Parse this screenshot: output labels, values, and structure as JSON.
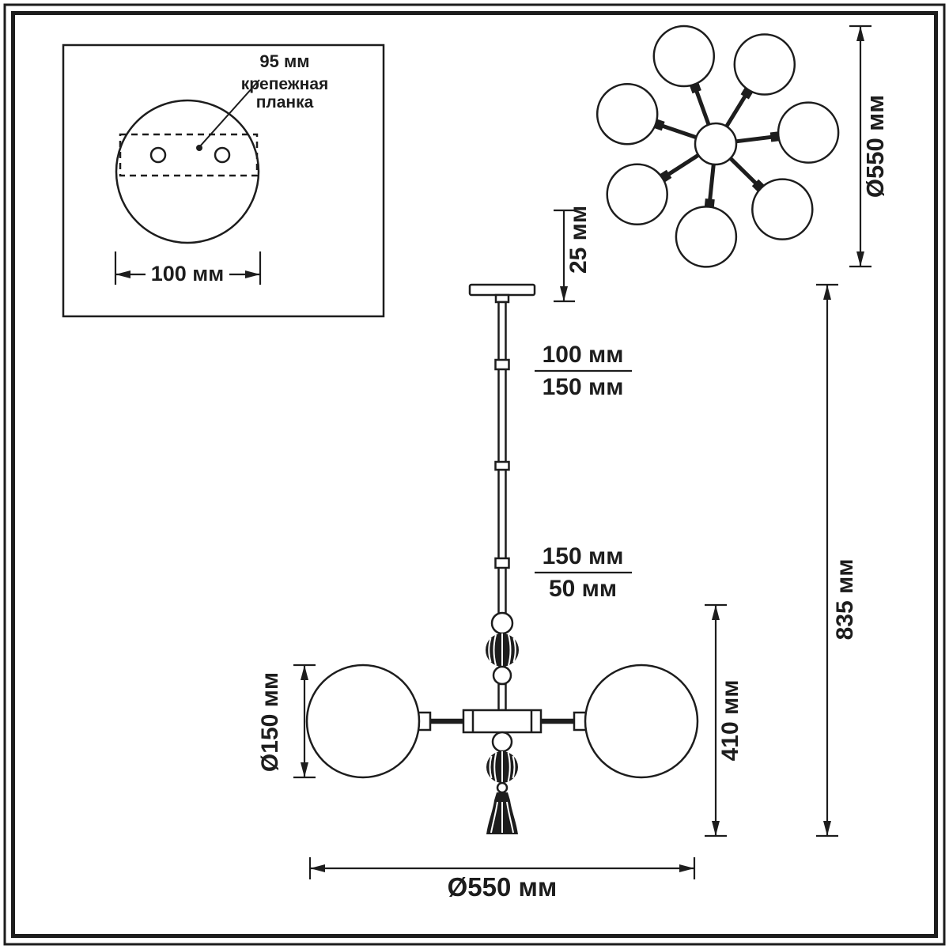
{
  "colors": {
    "line": "#1d1d1d",
    "background": "#ffffff"
  },
  "mount_detail": {
    "hole_pitch_label": "95 мм",
    "plate_label_line1": "крепежная",
    "plate_label_line2": "планка",
    "plate_width_label": "100 мм"
  },
  "top_view": {
    "diameter_label": "Ø550 мм"
  },
  "side_view": {
    "canopy_height_label": "25 мм",
    "rod_section1_max_label": "100 мм",
    "rod_section1_min_label": "150 мм",
    "rod_section2_max_label": "150 мм",
    "rod_section2_min_label": "50 мм",
    "globe_diameter_label": "Ø150 мм",
    "body_height_label": "410 мм",
    "total_height_label": "835 мм",
    "overall_diameter_label": "Ø550 мм"
  }
}
